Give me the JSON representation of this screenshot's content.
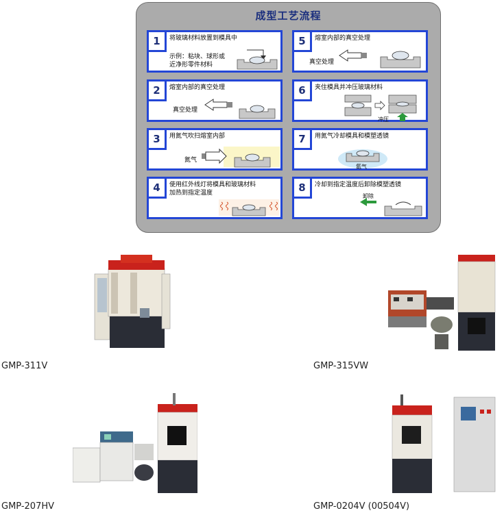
{
  "process": {
    "title": "成型工艺流程",
    "steps": [
      {
        "num": "1",
        "text": "将玻璃材料放置到模具中",
        "example": "示例：粘块、球形或\n近净形零件材料"
      },
      {
        "num": "2",
        "text": "熔室内部的真空处理",
        "label": "真空处理"
      },
      {
        "num": "3",
        "text": "用氮气吹扫熔室内部",
        "label": "氮气"
      },
      {
        "num": "4",
        "text": "使用红外线灯将模具和玻璃材料\n加热到指定温度"
      },
      {
        "num": "5",
        "text": "熔室内部的真空处理",
        "label": "真空处理"
      },
      {
        "num": "6",
        "text": "夹住模具并冲压玻璃材料",
        "label": "冲压"
      },
      {
        "num": "7",
        "text": "用氮气冷却模具和模塑透镜",
        "label": "氮气"
      },
      {
        "num": "8",
        "text": "冷却到指定温度后卸除模塑透镜",
        "label": "卸除"
      }
    ]
  },
  "products": [
    {
      "name": "GMP-311V"
    },
    {
      "name": "GMP-315VW"
    },
    {
      "name": "GMP-207HV"
    },
    {
      "name": "GMP-0204V (00504V)"
    }
  ],
  "colors": {
    "panel": "#ababab",
    "step_border": "#2346d6",
    "title": "#1b2f7e",
    "machine_red": "#c9221c"
  }
}
